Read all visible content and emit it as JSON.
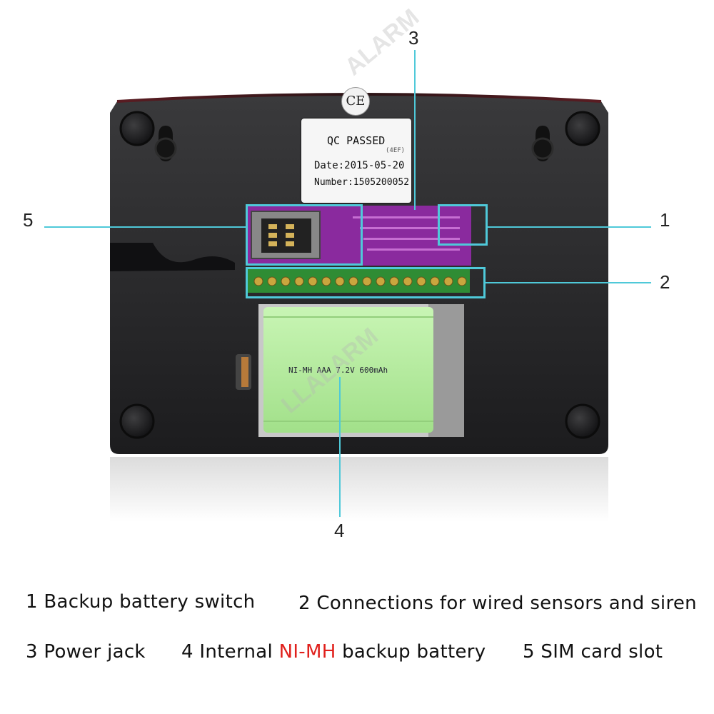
{
  "callouts": [
    "1",
    "2",
    "3",
    "4",
    "5"
  ],
  "label": {
    "title": "QC PASSED",
    "code": "(4EF)",
    "date": "Date:2015-05-20",
    "number": "Number:1505200052"
  },
  "ce_mark": "CE",
  "battery_text": "NI-MH AAA 7.2V 600mAh",
  "watermark": "LLALARM",
  "watermark_top": "ALARM",
  "captions": {
    "c1": "1 Backup battery switch",
    "c2": "2 Connections for wired sensors and siren",
    "c3": "3 Power jack",
    "c4_prefix": "4 Internal ",
    "c4_highlight": "NI-MH",
    "c4_suffix": " backup battery",
    "c5": "5 SIM card slot"
  },
  "colors": {
    "highlight": "#4fc9d9",
    "accent_red": "#e0201c",
    "pcb": "#8a2a9e",
    "battery": "#b8f0a0",
    "terminal": "#3a9a3a"
  }
}
